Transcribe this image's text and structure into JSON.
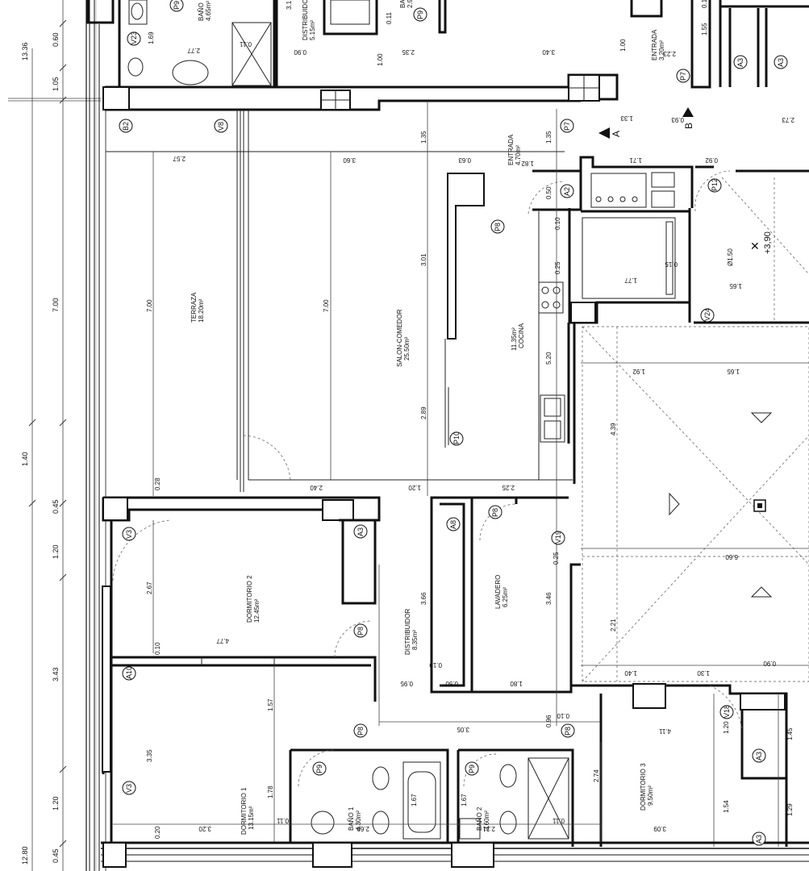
{
  "rooms": {
    "salon": {
      "name": "SALON-COMEDOR",
      "area": "25.50m²"
    },
    "terraza": {
      "name": "TERRAZA",
      "area": "18.20m²"
    },
    "cocina": {
      "name": "COCINA",
      "area": "11.35m²"
    },
    "entrada_p7": {
      "name": "ENTRADA",
      "area": "4.70m²"
    },
    "entrada_top": {
      "name": "ENTRADA",
      "area": "3.20m²"
    },
    "distribuidor_top": {
      "name": "DISTRIBUIDO",
      "area": "5.15m²"
    },
    "bano_top_left": {
      "name": "BAÑO",
      "area": "4.65m²"
    },
    "bano_top_mid": {
      "name": "BAÑ",
      "area": "2.9"
    },
    "dormitorio2": {
      "name": "DORMITORIO 2",
      "area": "12.45m²"
    },
    "distribuidor": {
      "name": "DISTRIBUIDOR",
      "area": "8.35m²"
    },
    "lavadero": {
      "name": "LAVADERO",
      "area": "6.25m²"
    },
    "dormitorio1": {
      "name": "DORMITORIO 1",
      "area": "13.15m²"
    },
    "bano1": {
      "name": "BAÑO 1",
      "area": "4.30m²"
    },
    "bano2": {
      "name": "BAÑO 2",
      "area": "3.60m²"
    },
    "dormitorio3": {
      "name": "DORMITORIO 3",
      "area": "9.50m²"
    }
  },
  "tags": {
    "p9a": "P9",
    "v23": "V23",
    "p9b": "P9",
    "p7a": "P7",
    "a3a": "A3",
    "a3b": "A3",
    "b2": "B2",
    "v8": "V8",
    "p7b": "P7",
    "a2": "A2",
    "p12": "P12",
    "p8a": "P8",
    "v24": "V24",
    "p10": "P10",
    "v3a": "V3",
    "a3c": "A3",
    "a8": "A8",
    "p8b": "P8",
    "v19": "V19",
    "p8c": "P8",
    "a10": "A10",
    "p8d": "P8",
    "p8e": "P8",
    "v18": "V18",
    "a3d": "A3",
    "v3b": "V3",
    "p9c": "P9",
    "p9d": "P9",
    "a3e": "A3"
  },
  "section_marks": {
    "a": "A",
    "b": "B"
  },
  "level": "+3,90",
  "diameter": "Ø1.50",
  "dims_left": [
    "13.36",
    "0.60",
    "1.05",
    "7.00",
    "1.40",
    "0.45",
    "1.20",
    "3.43",
    "1.20",
    "12.80",
    "0.45"
  ],
  "dims": {
    "d0_11": "0.11",
    "d1_69": "1.69",
    "d2_77": "2.77",
    "d0_90": "0.90",
    "d3_1": "3.1",
    "d0_11b": "0.11",
    "d1_00": "1.00",
    "d2_35": "2.35",
    "d3_40": "3.40",
    "d1_00b": "1.00",
    "d1_55": "1.55",
    "d2_23": "2.23",
    "d0_1": "0.1",
    "d1_33": "1.33",
    "d0_93": "0.93",
    "d2_73": "2.73",
    "d1_35": "1.35",
    "d2_57": "2.57",
    "d3_60": "3.60",
    "d0_63": "0.63",
    "d1_82": "1.82",
    "d1_71": "1.71",
    "d0_92": "0.92",
    "d0_50": "0.50",
    "d0_10": "0.10",
    "d3_01": "3.01",
    "d7_00a": "7.00",
    "d7_00b": "7.00",
    "d0_25": "0.25",
    "d0_15": "0.15",
    "d1_77": "1.77",
    "d1_65": "1.65",
    "d1_92": "1.92",
    "d1_65b": "1.65",
    "d5_20": "5.20",
    "d4_39": "4.39",
    "d2_89": "2.89",
    "d0_28": "0.28",
    "d2_40": "2.40",
    "d1_20": "1.20",
    "d2_25": "2.25",
    "d6_60": "6.60",
    "d0_25b": "0.25",
    "d2_67": "2.67",
    "d3_66": "3.66",
    "d3_46": "3.46",
    "d2_21": "2.21",
    "d0_10b": "0.10",
    "d4_77": "4.77",
    "d0_10c": "0.10",
    "d1_40": "1.40",
    "d1_30": "1.30",
    "d0_90b": "0.90",
    "d0_95": "0.95",
    "d0_50b": "0.50",
    "d1_80": "1.80",
    "d1_57": "1.57",
    "d0_96": "0.96",
    "d0_10d": "0.10",
    "d3_05": "3.05",
    "d4_11": "4.11",
    "d1_20b": "1.20",
    "d1_45": "1.45",
    "d3_35": "3.35",
    "d1_78": "1.78",
    "d1_67": "1.67",
    "d1_67b": "1.67",
    "d2_74": "2.74",
    "d1_54": "1.54",
    "d1_29": "1.29",
    "d0_20": "0.20",
    "d3_20": "3.20",
    "d0_11c": "0.11",
    "d2_69": "2.69",
    "d2_21b": "2.21",
    "d0_11d": "0.11",
    "d3_09": "3.09"
  }
}
